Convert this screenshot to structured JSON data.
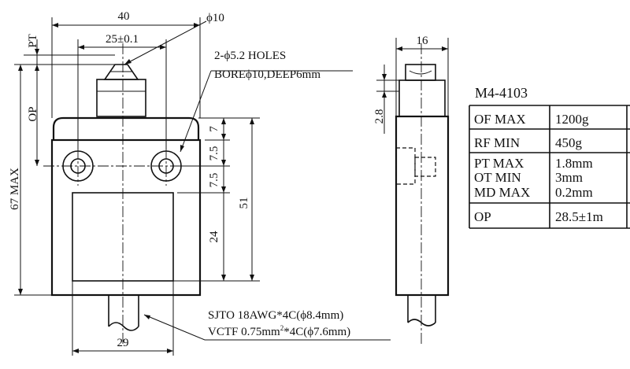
{
  "front_view": {
    "dim_width": "40",
    "dim_hole_spacing": "25±0.1",
    "dim_roller": "ϕ10",
    "label_pt": "PT",
    "label_op": "OP",
    "dim_overall_height": "67 MAX",
    "holes_note_line1": "2-ϕ5.2 HOLES",
    "holes_note_line2": "BOREϕ10,DEEP6mm",
    "dim_7": "7",
    "dim_7_5_upper": "7.5",
    "dim_7_5_lower": "7.5",
    "dim_24": "24",
    "dim_51": "51",
    "dim_bottom_width": "29",
    "cable_note_line1": "SJTO 18AWG*4C(ϕ8.4mm)",
    "cable_note_line2_pre": "VCTF 0.75mm",
    "cable_note_line2_sup": "2",
    "cable_note_line2_post": "*4C(ϕ7.6mm)"
  },
  "side_view": {
    "dim_width": "16",
    "dim_height": "2.8"
  },
  "spec_table": {
    "model": "M4-4103",
    "rows": [
      {
        "labels": [
          "OF MAX"
        ],
        "values": [
          "1200g"
        ]
      },
      {
        "labels": [
          "RF MIN"
        ],
        "values": [
          "450g"
        ]
      },
      {
        "labels": [
          "PT MAX",
          "OT MIN",
          "MD MAX"
        ],
        "values": [
          "1.8mm",
          "3mm",
          "0.2mm"
        ]
      },
      {
        "labels": [
          "OP"
        ],
        "values": [
          "28.5±1m"
        ]
      }
    ]
  }
}
